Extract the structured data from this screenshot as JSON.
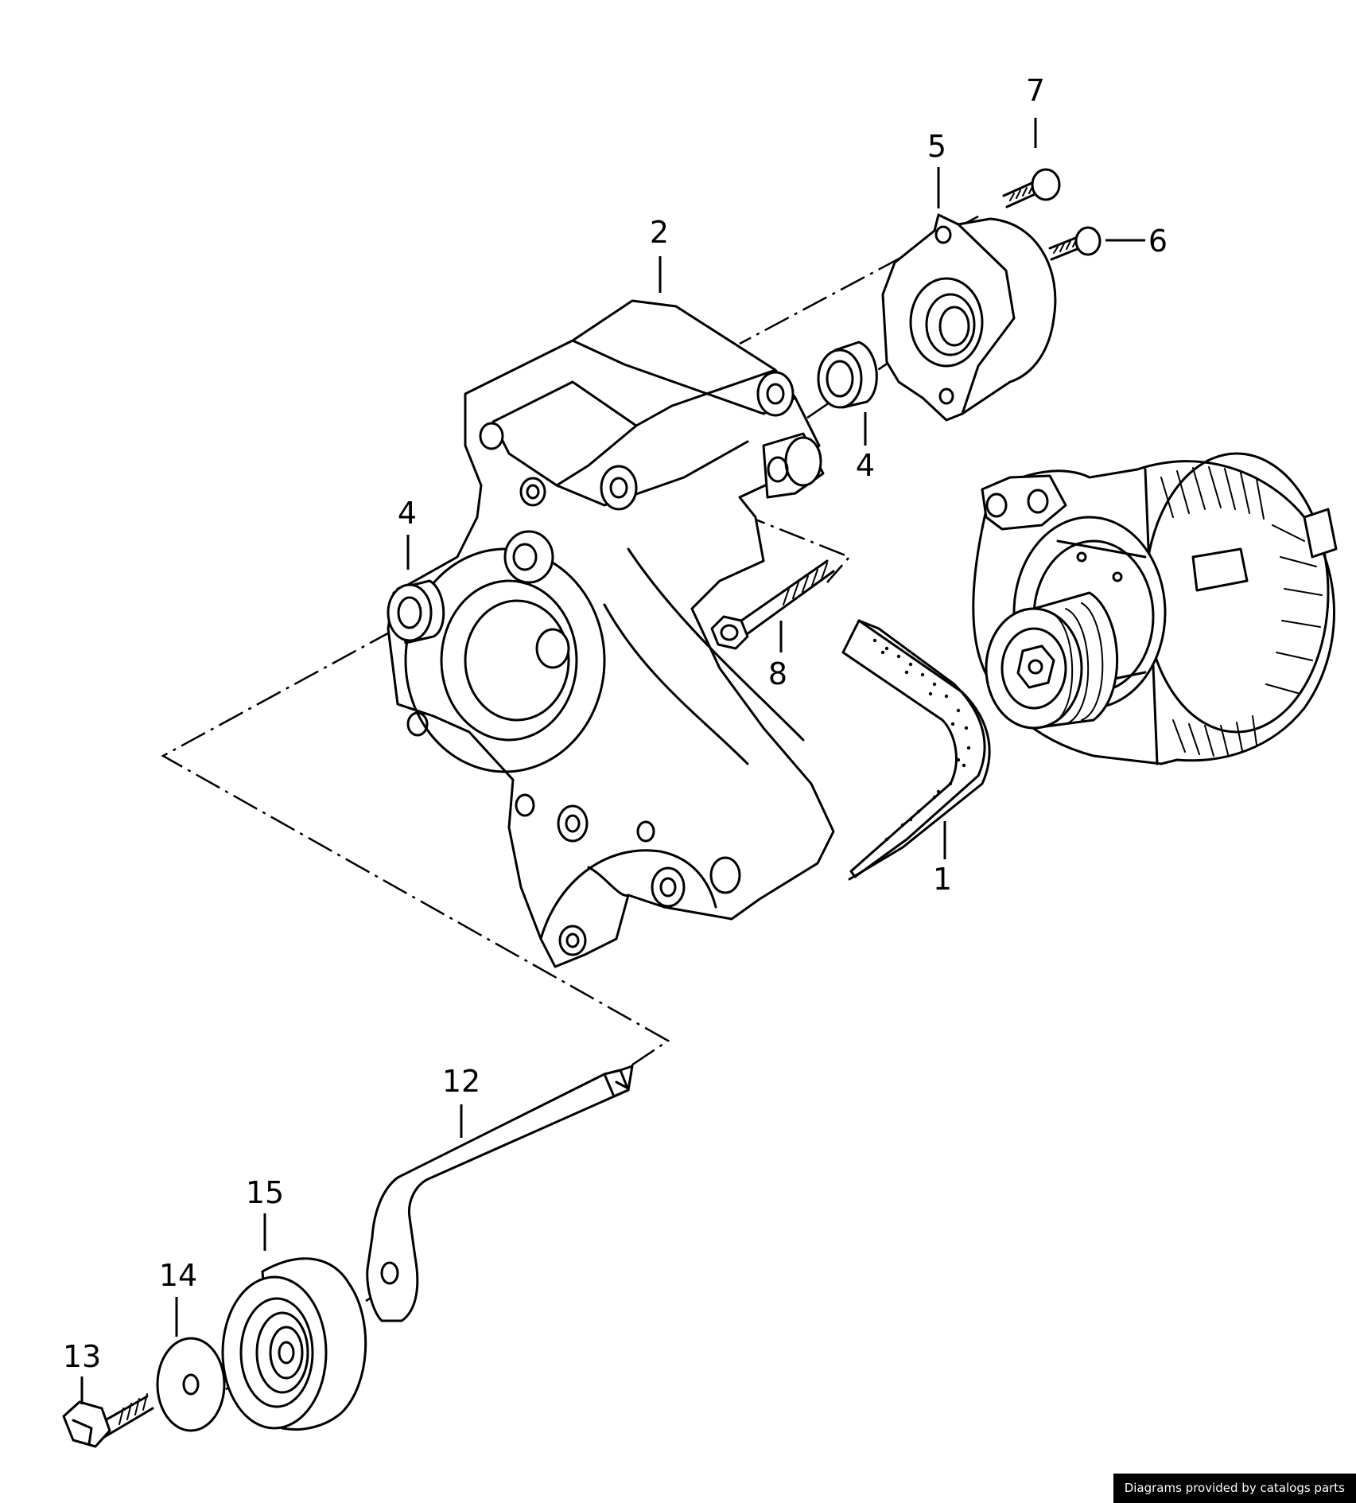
{
  "callouts": [
    {
      "id": "1",
      "label": "1"
    },
    {
      "id": "2",
      "label": "2"
    },
    {
      "id": "4a",
      "label": "4"
    },
    {
      "id": "4b",
      "label": "4"
    },
    {
      "id": "5",
      "label": "5"
    },
    {
      "id": "6",
      "label": "6"
    },
    {
      "id": "7",
      "label": "7"
    },
    {
      "id": "8",
      "label": "8"
    },
    {
      "id": "12",
      "label": "12"
    },
    {
      "id": "13",
      "label": "13"
    },
    {
      "id": "14",
      "label": "14"
    },
    {
      "id": "15",
      "label": "15"
    }
  ],
  "credit": "Diagrams provided by catalogs parts"
}
